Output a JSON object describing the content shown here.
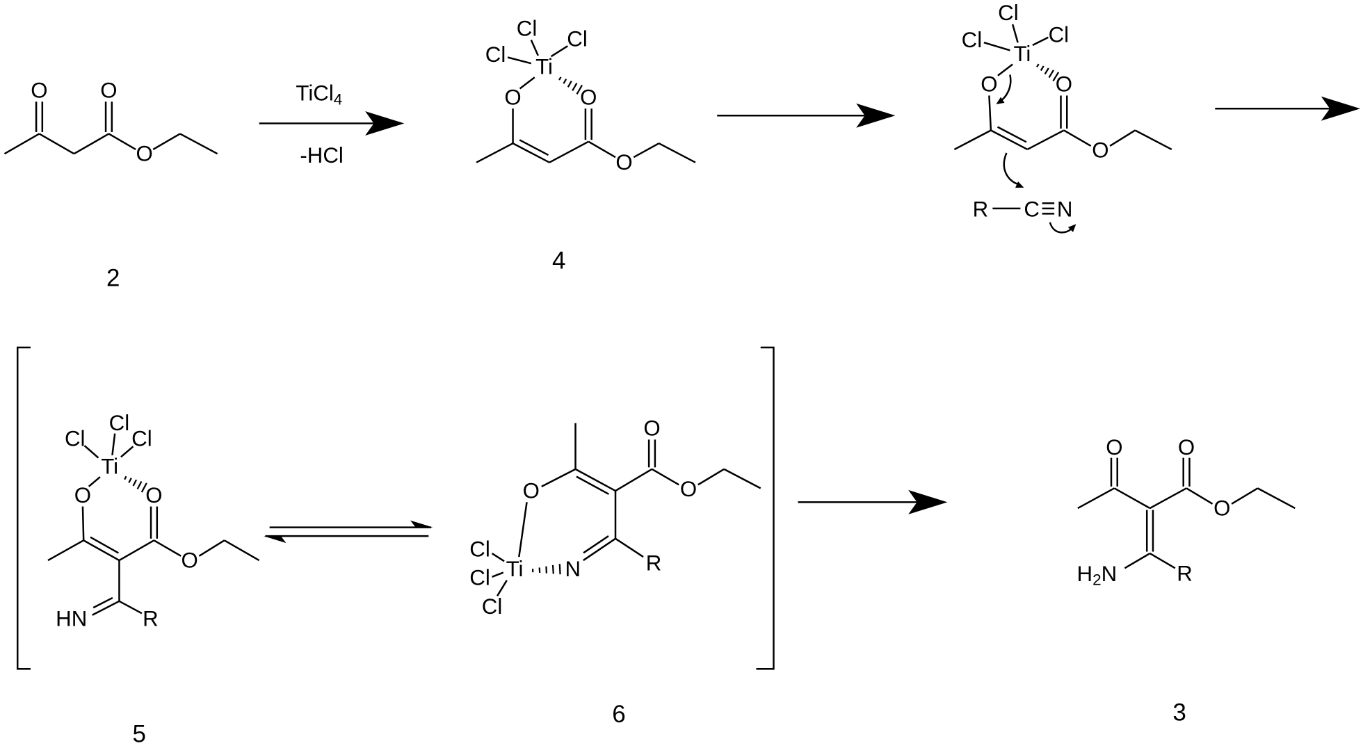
{
  "compound_2": {
    "label": "2",
    "ketone_o": "O",
    "ester_carbonyl_o": "O",
    "ester_o": "O"
  },
  "step_1": {
    "reagent": "TiCl",
    "reagent_subscript": "4",
    "byproduct": "-HCl"
  },
  "compound_4": {
    "label": "4",
    "ti": "Ti",
    "cl_top": "Cl",
    "cl_right": "Cl",
    "cl_left": "Cl",
    "enol_o": "O",
    "ester_carbonyl_o": "O",
    "ester_o": "O"
  },
  "intermediate": {
    "ti": "Ti",
    "cl_top": "Cl",
    "cl_left": "Cl",
    "cl_right": "Cl",
    "enol_o": "O",
    "ester_carbonyl_o": "O",
    "ester_o": "O",
    "nitrile_r": "R",
    "nitrile_c": "C",
    "nitrile_n": "N"
  },
  "compound_5": {
    "label": "5",
    "ti": "Ti",
    "cl_left": "Cl",
    "cl_top": "Cl",
    "cl_right": "Cl",
    "enol_o": "O",
    "ester_carbonyl_o": "O",
    "ester_o": "O",
    "imine": "HN",
    "substituent": "R"
  },
  "compound_6": {
    "label": "6",
    "ti": "Ti",
    "cl_upper": "Cl",
    "cl_middle": "Cl",
    "cl_lower": "Cl",
    "enol_o": "O",
    "ester_carbonyl_o": "O",
    "ester_o": "O",
    "imine_n": "N",
    "substituent": "R"
  },
  "compound_3": {
    "label": "3",
    "ketone_o": "O",
    "ester_carbonyl_o": "O",
    "ester_o": "O",
    "amine_h": "H",
    "amine_subscript": "2",
    "amine_n": "N",
    "substituent": "R"
  }
}
